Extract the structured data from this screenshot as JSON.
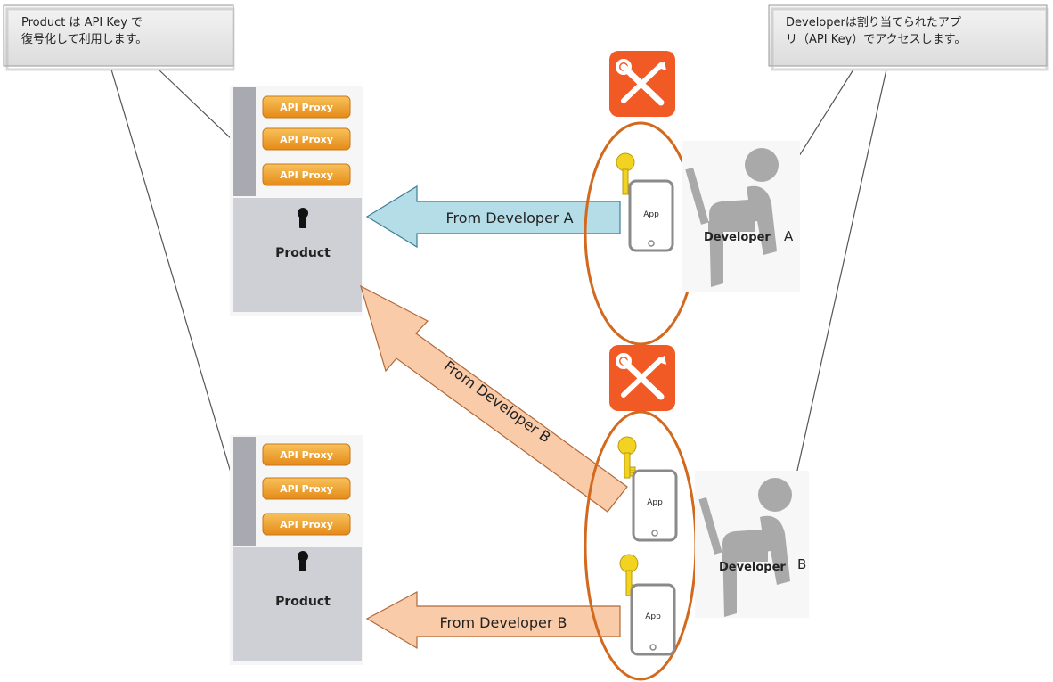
{
  "notes": {
    "left": {
      "line1": "Product は API Key で",
      "line2": "復号化して利用します。"
    },
    "right": {
      "line1": "Developerは割り当てられたアプ",
      "line2": "リ（API Key）でアクセスします。"
    }
  },
  "products": [
    {
      "proxies": [
        "API Proxy",
        "API Proxy",
        "API Proxy"
      ],
      "label": "Product"
    },
    {
      "proxies": [
        "API Proxy",
        "API Proxy",
        "API Proxy"
      ],
      "label": "Product"
    }
  ],
  "arrows": {
    "top": "From Developer A",
    "diagonal": "From Developer B",
    "bottom": "From Developer B"
  },
  "apps": {
    "label": "App"
  },
  "developers": [
    {
      "name": "Developer",
      "suffix": "A"
    },
    {
      "name": "Developer",
      "suffix": "B"
    }
  ],
  "colors": {
    "tool_icon": "#f15a24",
    "oval": "#d2691e",
    "arrow_a": "#b5dde8",
    "arrow_b": "#f9cba9",
    "proxy": "#f0a22e",
    "product_panel": "#cfcfd6",
    "key": "#f2d321"
  }
}
